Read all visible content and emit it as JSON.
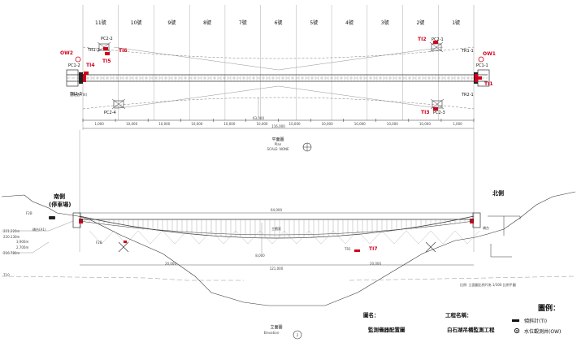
{
  "plan": {
    "spans": [
      "11號",
      "10號",
      "9號",
      "8號",
      "7號",
      "6號",
      "5號",
      "4號",
      "3號",
      "2號",
      "1號"
    ],
    "segment_dims": [
      "1,000",
      "10,000",
      "10,000",
      "10,000",
      "10,000",
      "10,000",
      "10,000",
      "10,000",
      "10,000",
      "10,000",
      "10,000",
      "1,000"
    ],
    "total_dim": "116,000",
    "mid_dim": "63,000",
    "title": "平面圖",
    "title_en": "Plan",
    "scale_note": "SCALE: NONE",
    "instrument_labels": {
      "pc2_2": "PC2-2",
      "tr1_2": "TR1-2",
      "t15": "TI5",
      "t16": "TI6",
      "ow2": "OW2",
      "pc1_2": "PC1-2",
      "t14": "TI4",
      "tr2_2": "TR2-2",
      "pc2_4": "PC2-4",
      "t12": "TI2",
      "pc2_1": "PC2-1",
      "tr1_1": "TR1-1",
      "ow1": "OW1",
      "pc1_1": "PC1-1",
      "t11": "TI1",
      "tr2_1": "TR2-1",
      "t13": "TI3",
      "pc2_3": "PC2-3",
      "anchor_note": "錨碇處(TI4)"
    }
  },
  "elevation": {
    "south_label": "南側",
    "south_sub": "(停車場)",
    "north_label": "北側",
    "title": "立面圖",
    "title_en": "Elevation",
    "circle_label": "2",
    "span_dim": "64,000",
    "main_dim": "121,000",
    "side_dim_left": "20,000",
    "side_dim_right": "20,000",
    "center_dim": "8,000",
    "level_labels": [
      "221.220m",
      "220.130m",
      "3,900m",
      "2,700m",
      "216.780m",
      "710",
      "F2B",
      "F2B"
    ],
    "tag_labels": {
      "abut_left": "橋台(A1)",
      "abut_right": "橋台",
      "deck_note": "主纜索",
      "tr1": "TR1",
      "t17": "TI7"
    },
    "scale_note": "比例: 立面圖比例尺為 1/300 比例平圖"
  },
  "info": {
    "drawing_name_label": "圖名：",
    "drawing_name": "監測儀器配置圖",
    "project_label": "工程名稱：",
    "project_name": "白石湖吊橋監測工程"
  },
  "legend": {
    "title": "圖例：",
    "items": [
      {
        "symbol": "bar",
        "label": "傾斜計(TI)"
      },
      {
        "symbol": "circle",
        "label": "水位觀測井(OW)"
      }
    ]
  },
  "colors": {
    "line": "#333333",
    "thin": "#777777",
    "red": "#d0021b",
    "grid": "#9a9a9a"
  }
}
